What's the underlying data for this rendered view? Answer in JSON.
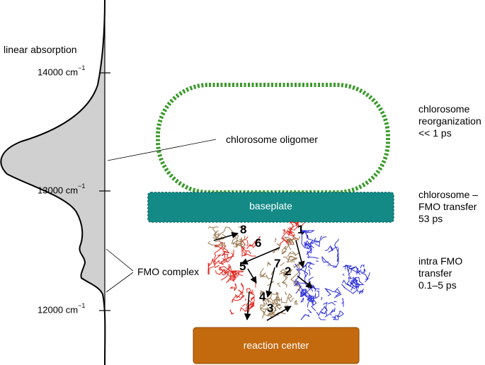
{
  "spectrum": {
    "title": "linear absorption",
    "ticks": [
      {
        "value": "14000",
        "unit": "cm",
        "exp": "−1"
      },
      {
        "value": "13000",
        "unit": "cm",
        "exp": "−1"
      },
      {
        "value": "12000",
        "unit": "cm",
        "exp": "−1"
      }
    ]
  },
  "labels": {
    "oligomer": "chlorosome oligomer",
    "baseplate": "baseplate",
    "fmo_complex": "FMO complex",
    "reaction_center": "reaction center"
  },
  "timescales": [
    {
      "lines": [
        "chlorosome",
        "reorganization",
        "<< 1 ps"
      ]
    },
    {
      "lines": [
        "chlorosome –",
        "FMO transfer",
        "53 ps"
      ]
    },
    {
      "lines": [
        "intra FMO",
        "transfer",
        "0.1–5 ps"
      ]
    }
  ],
  "pigments": [
    "1",
    "2",
    "3",
    "4",
    "5",
    "6",
    "7",
    "8"
  ],
  "colors": {
    "oligomer": "#3a9a2a",
    "baseplate": "#138a86",
    "reaction_center": "#c46a0e",
    "spectrum_fill": "#d0d0d0",
    "pigment_red": "#e0271e",
    "pigment_blue": "#2c2fd8",
    "pigment_brown": "#9a7a52"
  }
}
